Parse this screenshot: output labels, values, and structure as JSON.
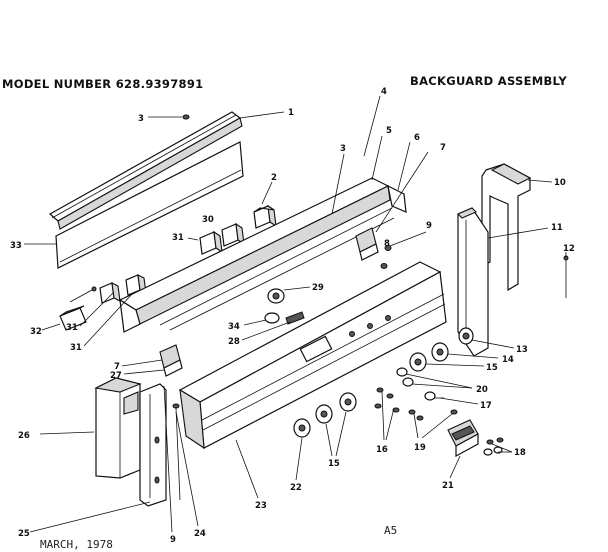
{
  "header": {
    "model_number": "MODEL NUMBER 628.9397891",
    "assembly_title": "BACKGUARD ASSEMBLY"
  },
  "footer": {
    "date": "MARCH, 1978",
    "sheet_code": "A5"
  },
  "callouts": {
    "n1": "1",
    "n2": "2",
    "n3a": "3",
    "n3b": "3",
    "n4": "4",
    "n5": "5",
    "n6": "6",
    "n7a": "7",
    "n7b": "7",
    "n8": "8",
    "n9a": "9",
    "n9b": "9",
    "n10": "10",
    "n11": "11",
    "n12": "12",
    "n13": "13",
    "n14": "14",
    "n15a": "15",
    "n15b": "15",
    "n16": "16",
    "n17": "17",
    "n18": "18",
    "n19": "19",
    "n20": "20",
    "n21": "21",
    "n22": "22",
    "n23": "23",
    "n24": "24",
    "n25": "25",
    "n26": "26",
    "n27": "27",
    "n28": "28",
    "n29": "29",
    "n30": "30",
    "n31a": "31",
    "n31b": "31",
    "n31c": "31",
    "n32": "32",
    "n33": "33",
    "n34": "34"
  }
}
